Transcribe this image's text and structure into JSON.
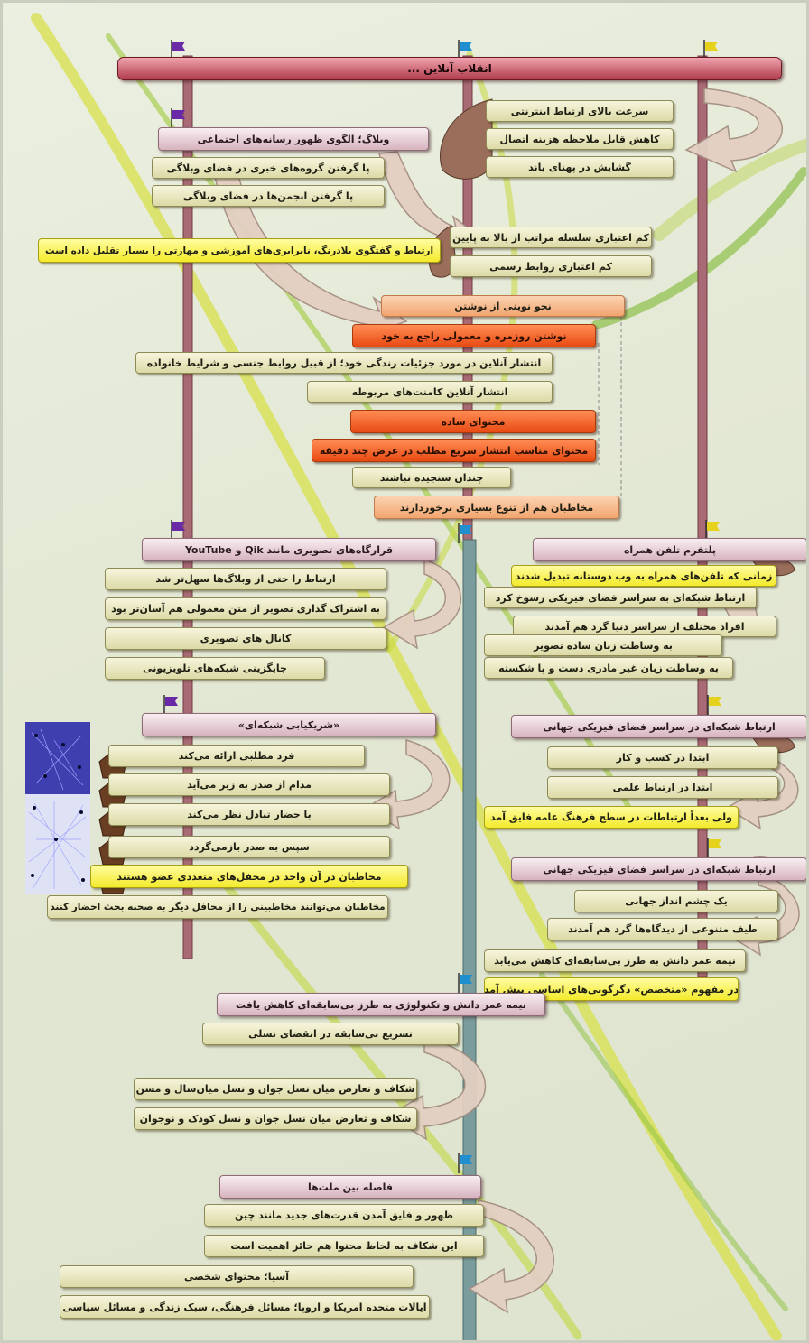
{
  "title": "انقلاب آنلاین ...",
  "top_list": [
    "سرعت بالای ارتباط اینترنتی",
    "کاهش قابل ملاحظه هزینه اتصال",
    "گشایش در پهنای باند"
  ],
  "weblog": {
    "heading": "وبلاگ؛ الگوی ظهور رسانه‌های اجتماعی",
    "items": [
      "پا گرفتن گروه‌های خبری در فضای وبلاگی",
      "پا گرفتن انجمن‌ها در فضای وبلاگی"
    ]
  },
  "hierarchy": [
    "کم اعتباری سلسله مراتب از بالا به پایین",
    "کم اعتباری روابط رسمی"
  ],
  "long_note": "ارتباط و گفتگوی بلادرنگ، نابرابری‌های آموزشی و مهارتی را بسیار تقلیل داده است",
  "writing": [
    "نحو نوینی از نوشتن",
    "نوشتن روزمره و معمولی راجع به خود",
    "انتشار آنلاین در مورد جزئیات زندگی خود؛ از قبیل روابط جنسی و شرایط خانواده",
    "انتشار آنلاین کامنت‌های مربوطه",
    "محتوای ساده",
    "محتوای مناسب انتشار سریع مطلب در عرض چند دقیقه",
    "چندان سنجیده نباشند",
    "مخاطبان هم از تنوع بسیاری برخوردارند"
  ],
  "video": {
    "heading": "قرارگاه‌های تصویری مانند Qik و YouTube",
    "items": [
      "ارتباط را حتی از وبلاگ‌ها سهل‌تر شد",
      "به اشتراک گذاری تصویر از متن معمولی هم آسان‌تر بود",
      "کانال‌ های تصویری",
      "جایگزینی شبکه‌های تلویزیونی"
    ]
  },
  "mobile": {
    "heading": "پلتفرم تلفن همراه",
    "items": [
      "زمانی که تلفن‌های همراه به وب دوستانه تبدیل شدند",
      "ارتباط شبکه‌ای به سراسر فضای فیزیکی رسوخ کرد",
      "افراد مختلف از سراسر دنیا گرد هم آمدند",
      "به وساطت زبان ساده تصویر",
      "به وساطت زبان غیر مادری دست و پا شکسته"
    ]
  },
  "network1": {
    "heading": "ارتباط شبکه‌ای در سراسر فضای فیزیکی جهانی",
    "items": [
      "ابتدا در کسب و کار",
      "ابتدا در ارتباط علمی",
      "ولی بعداً ارتباطات در سطح فرهنگ عامه فایق آمد"
    ]
  },
  "partnership": {
    "heading": "«شریکیابی شبکه‌ای»",
    "items": [
      "فرد مطلبی ارائه می‌کند",
      "مدام از صدر به زیر می‌آید",
      "با حضار تبادل نظر می‌کند",
      "سپس به صدر بازمی‌گردد",
      "مخاطبان در آن واحد در محفل‌های متعددی عضو هستند",
      "مخاطبان می‌توانند مخاطبینی را از محافل دیگر به صحنه بحث احضار کنند"
    ]
  },
  "network2": {
    "heading": "ارتباط شبکه‌ای در سراسر فضای فیزیکی جهانی",
    "items": [
      "یک چشم انداز جهانی",
      "طیف متنوعی از دیدگاه‌ها گرد هم آمدند",
      "نیمه عمر دانش به طرز بی‌سابقه‌ای کاهش می‌یابد",
      "در مفهوم «متخصص» دگرگونی‌های اساسی پیش آمد"
    ]
  },
  "halflife": {
    "heading": "نیمه عمر دانش و تکنولوژی به طرز بی‌سابقه‌ای کاهش یافت",
    "items": [
      "تسریع بی‌سابقه در انقضای نسلی",
      "شکاف و تعارض میان نسل جوان و نسل میان‌سال و مسن",
      "شکاف و تعارض میان نسل جوان و نسل کودک و نوجوان"
    ]
  },
  "nations": {
    "heading": "فاصله بین ملت‌ها",
    "items": [
      "ظهور و فایق آمدن قدرت‌های جدید مانند چین",
      "این شکاف به لحاظ محتوا هم حائز اهمیت است",
      "آسیا؛ محتوای شخصی",
      "ایالات متحده امریکا و اروپا؛ مسائل فرهنگی، سبک زندگی و مسائل سیاسی"
    ]
  },
  "colors": {
    "olive": "#e6e4b8",
    "yellow": "#f5ee3a",
    "orange": "#f0602a",
    "peach": "#f6b88a",
    "pink_heading": "#e2c2cc",
    "title_bar": "#c0505e",
    "pole": "#a86a74",
    "pole_teal": "#7a9c9c",
    "arrow": "#d8b9a9",
    "cone": "#9a6e5a",
    "flag_purple": "#6a2aa8",
    "flag_cyan": "#1f8fd0",
    "flag_yellow": "#e6d21c",
    "net_bg": "#3f3fb0"
  }
}
